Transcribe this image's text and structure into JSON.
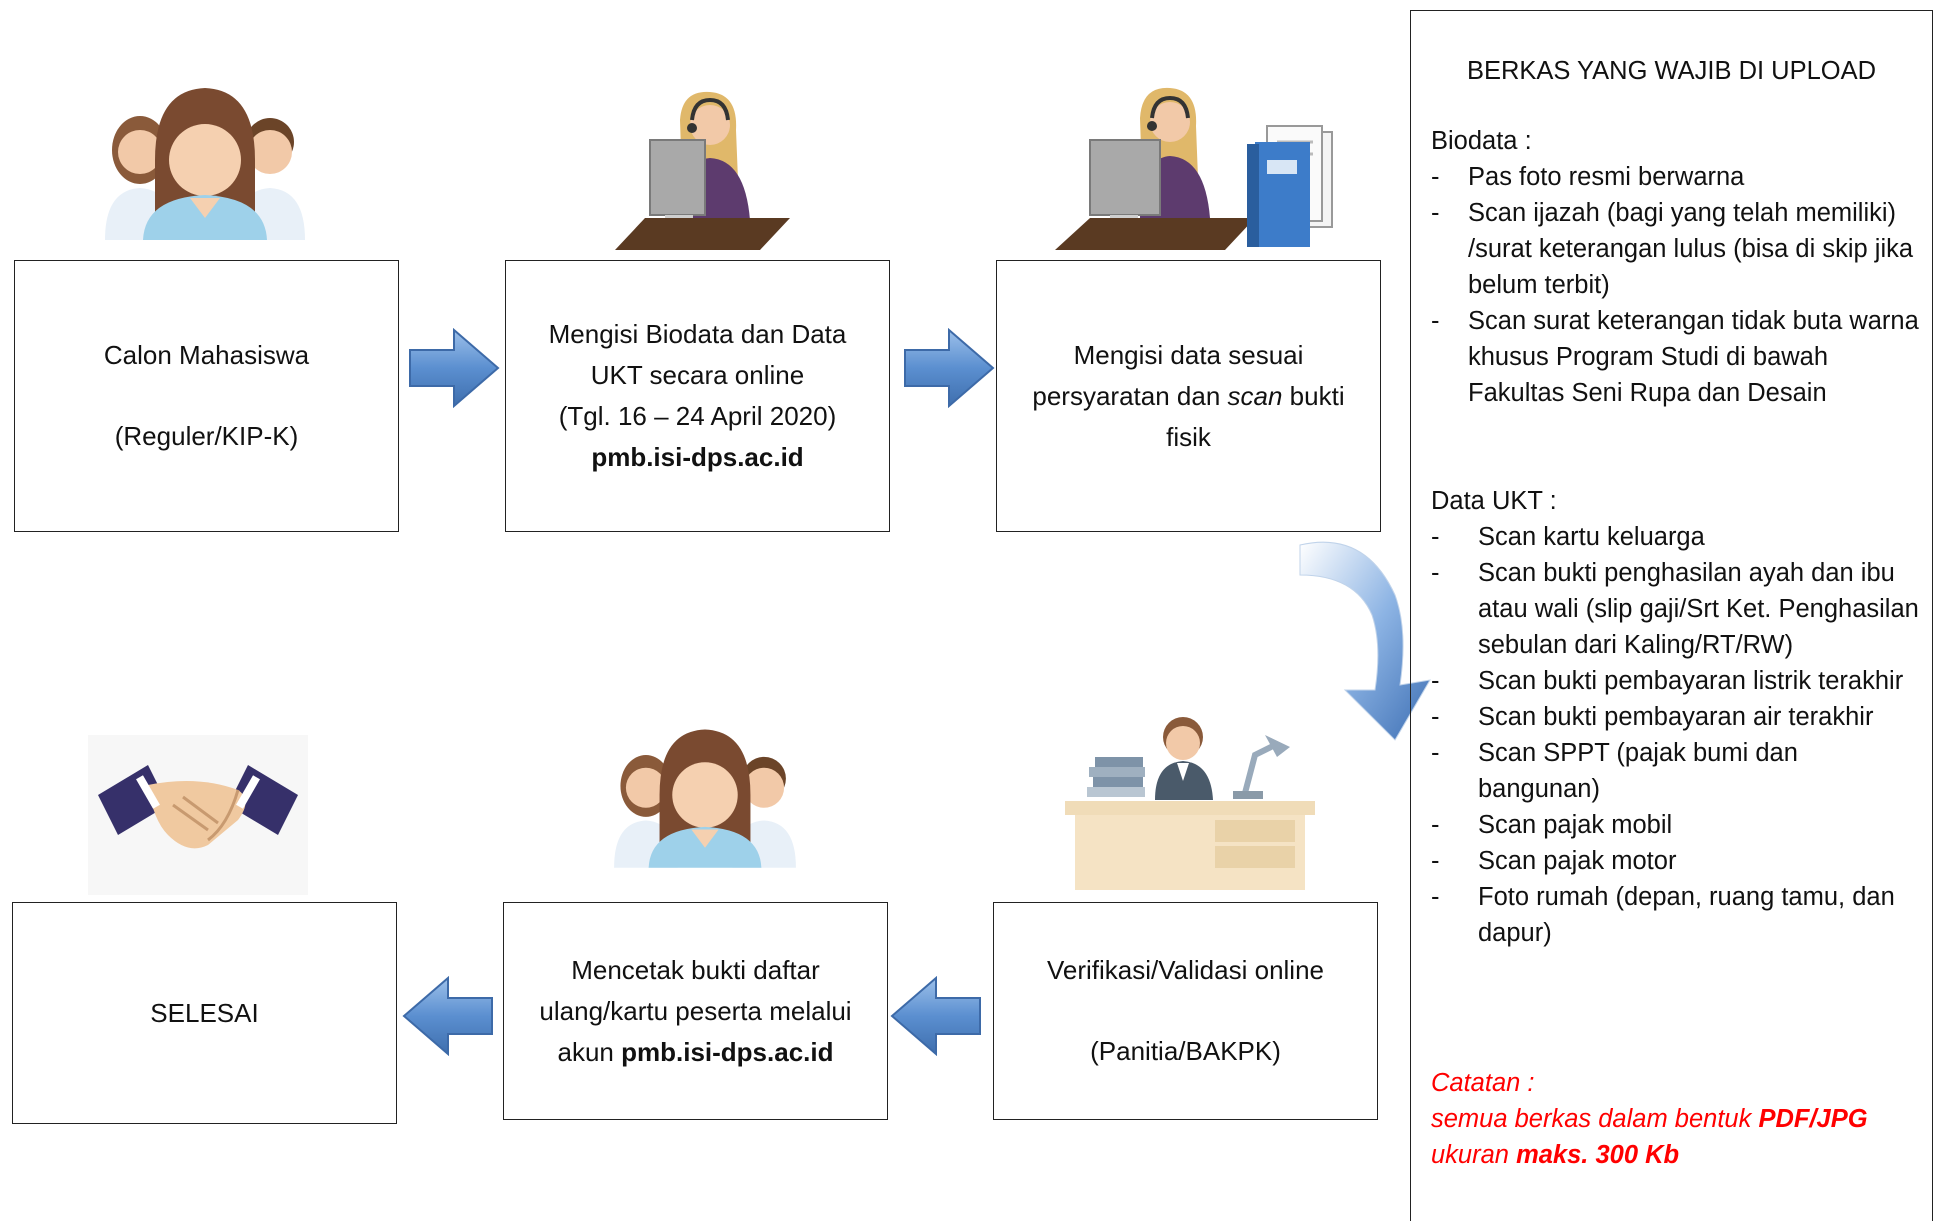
{
  "steps": {
    "calon": {
      "line1": "Calon Mahasiswa",
      "line2": "(Reguler/KIP-K)"
    },
    "mengisi_biodata": {
      "line1": "Mengisi Biodata dan Data",
      "line2": "UKT secara online",
      "line3": "(Tgl. 16 – 24 April 2020)",
      "url": "pmb.isi-dps.ac.id"
    },
    "mengisi_data": {
      "line1": "Mengisi data sesuai",
      "line2_a": "persyaratan dan ",
      "line2_em": "scan",
      "line2_b": " bukti",
      "line3": "fisik"
    },
    "verifikasi": {
      "line1": "Verifikasi/Validasi online",
      "line2": "(Panitia/BAKPK)"
    },
    "mencetak": {
      "line1": "Mencetak bukti daftar",
      "line2": "ulang/kartu peserta melalui",
      "line3_a": "akun ",
      "url": "pmb.isi-dps.ac.id"
    },
    "selesai": {
      "line1": "SELESAI"
    }
  },
  "panel": {
    "title": "BERKAS YANG WAJIB DI UPLOAD",
    "biodata_heading": "Biodata :",
    "biodata_items": [
      "Pas foto resmi berwarna",
      "Scan ijazah (bagi yang telah memiliki) /surat keterangan lulus (bisa di skip jika belum terbit)",
      "Scan surat keterangan tidak buta warna khusus Program Studi di bawah Fakultas Seni Rupa dan Desain"
    ],
    "ukt_heading": "Data UKT :",
    "ukt_items": [
      "Scan kartu keluarga",
      "Scan bukti penghasilan ayah dan ibu atau wali (slip gaji/Srt Ket. Penghasilan sebulan dari Kaling/RT/RW)",
      "Scan bukti pembayaran listrik terakhir",
      "Scan bukti pembayaran air terakhir",
      "Scan SPPT (pajak bumi dan bangunan)",
      "Scan pajak mobil",
      "Scan pajak motor",
      "Foto rumah (depan, ruang  tamu, dan dapur)"
    ],
    "bullet": "-",
    "note_label": "Catatan :",
    "note_a": "semua berkas dalam bentuk ",
    "note_b": "PDF/JPG",
    "note_c": "ukuran ",
    "note_d": "maks. 300 Kb"
  },
  "colors": {
    "arrow": "#5b8fd0",
    "note": "#ff0000",
    "border": "#222222"
  },
  "icons": [
    "group-people-icon",
    "operator-computer-icon",
    "operator-documents-icon",
    "officer-desk-icon",
    "handshake-icon",
    "arrow-right-icon",
    "arrow-down-curved-icon",
    "arrow-left-icon"
  ]
}
